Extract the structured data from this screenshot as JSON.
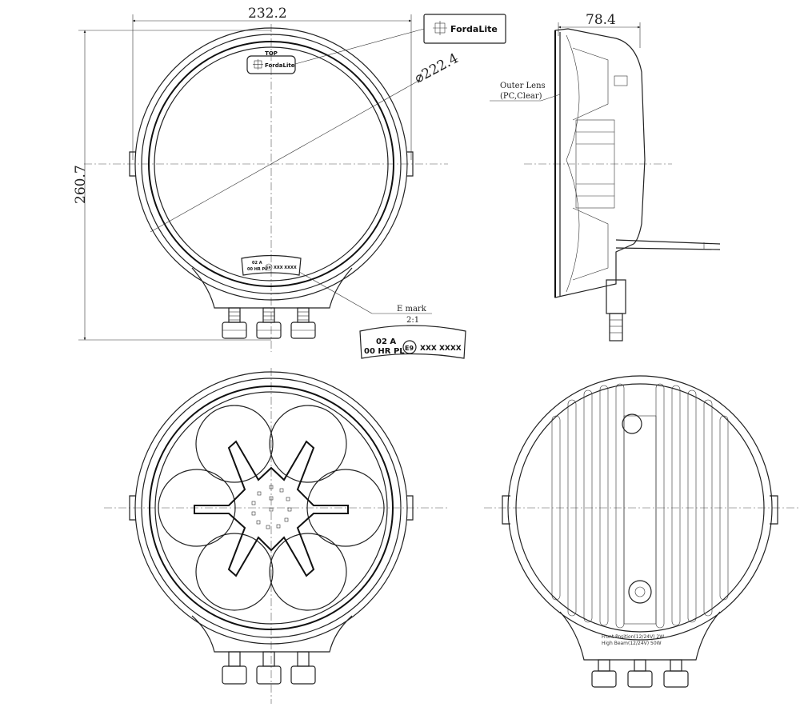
{
  "dimensions": {
    "width": "232.2",
    "diameter": "⌀222.4",
    "height": "260.7",
    "depth": "78.4"
  },
  "labels": {
    "brand": "FordaLite",
    "top": "TOP",
    "outer_lens_line1": "Outer Lens",
    "outer_lens_line2": "(PC,Clear)",
    "e_mark": "E mark",
    "scale": "2:1"
  },
  "emark": {
    "line1": "02 A",
    "line2": "00 HR PL",
    "code": "E9",
    "serial": "XXX XXXX"
  },
  "rear_spec": {
    "line1": "Front Position(12/24V)  2W",
    "line2": "High Beam(12/24V)   50W"
  }
}
